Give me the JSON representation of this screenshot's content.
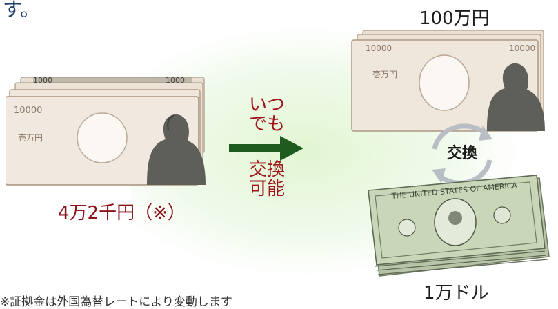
{
  "header": {
    "top_fragment": "す。"
  },
  "left": {
    "amount": "4万2千円（※）"
  },
  "middle": {
    "label_top": "いつ\nでも",
    "label_bottom": "交換\n可能"
  },
  "right": {
    "yen_amount": "100万円",
    "exchange_label": "交換",
    "dollar_amount": "1万ドル"
  },
  "footer": {
    "note": "※証拠金は外国為替レートにより変動します"
  },
  "colors": {
    "accent_red": "#a0141c",
    "arrow_green": "#1f5a1f",
    "exchange_green": "#1f5a1f",
    "exchange_ring": "#b8bec4",
    "yen_bill": "#efe6dc",
    "dollar_bill": "#c9d6b8"
  },
  "icons": {
    "arrow": "right-arrow-icon",
    "exchange": "exchange-cycle-icon",
    "yen": "yen-banknote-icon",
    "dollar": "dollar-banknote-icon"
  }
}
